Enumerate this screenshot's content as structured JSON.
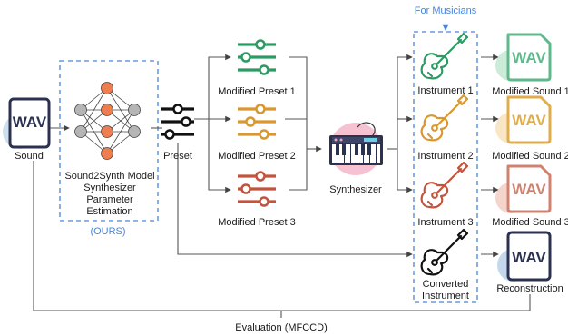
{
  "labels": {
    "sound": "Sound",
    "model_line1": "Sound2Synth Model",
    "model_line2": "Synthesizer",
    "model_line3": "Parameter",
    "model_line4": "Estimation",
    "ours": "(OURS)",
    "preset": "Preset",
    "modified_preset_1": "Modified Preset 1",
    "modified_preset_2": "Modified Preset 2",
    "modified_preset_3": "Modified Preset 3",
    "synthesizer": "Synthesizer",
    "for_musicians": "For Musicians",
    "instrument_1": "Instrument 1",
    "instrument_2": "Instrument 2",
    "instrument_3": "Instrument 3",
    "converted_line1": "Converted",
    "converted_line2": "Instrument",
    "modified_sound_1": "Modified Sound 1",
    "modified_sound_2": "Modified Sound 2",
    "modified_sound_3": "Modified Sound 3",
    "reconstruction": "Reconstruction",
    "evaluation": "Evaluation (MFCCD)",
    "wav": "WAV"
  },
  "colors": {
    "green": "#2e9a63",
    "orange": "#d9972f",
    "red": "#c2543e",
    "navy": "#2c3150",
    "blue_dash": "#4a86d6",
    "neuron_orange": "#ee7d4f",
    "neuron_gray": "#b5b5b5"
  },
  "icons": {
    "sound_file": "wav-file-icon",
    "model": "neural-network-icon",
    "preset": "sliders-icon",
    "synth": "keyboard-synthesizer-icon",
    "instrument": "guitar-icon"
  }
}
